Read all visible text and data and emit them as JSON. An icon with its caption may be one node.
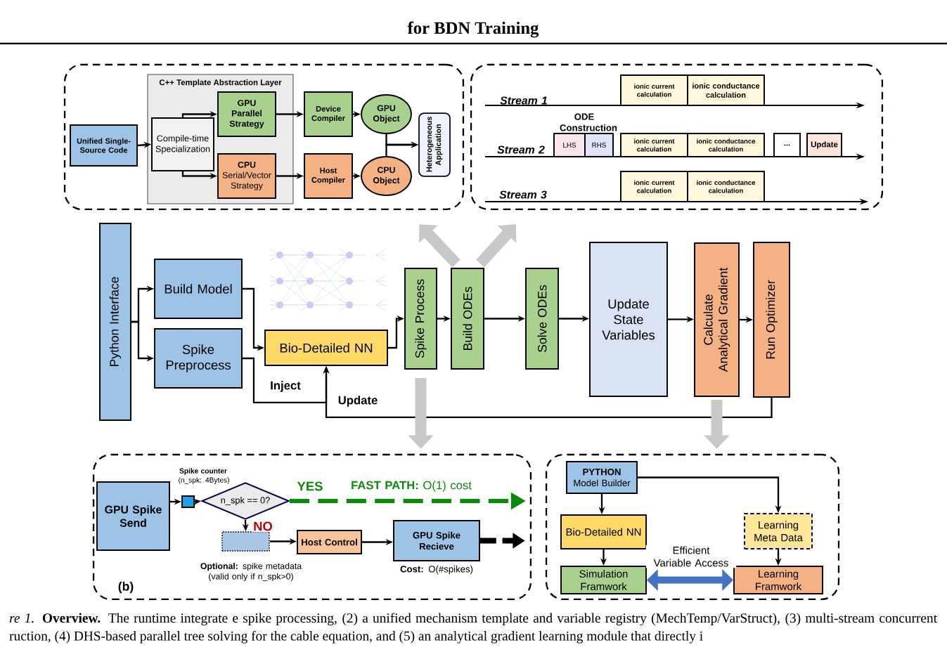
{
  "diagram": {
    "title": "for BDN Training",
    "caption": "*re 1.* **Overview.** The runtime integrate e spike processing, (2) a unified mechanism template and variable registry (MechTemp/VarStruct), (3) multi-stream concurrent ruction, (4) DHS-based parallel tree solving for the cable equation, and (5) an analytical gradient learning module that directly i",
    "nodes": [
      {
        "text": [],
        "shape": "box"
      },
      {
        "text": [
          "C++ Template Abstraction Layer"
        ],
        "in": 0
      },
      {
        "text": [
          "Unified Single-Source Code"
        ],
        "in": 0
      },
      {
        "text": [
          "Compile-time Specialization"
        ],
        "in": 1
      },
      {
        "text": [
          "GPU Parallel Strategy"
        ],
        "in": 1
      },
      {
        "text": [
          "**CPU** Serial/Vector Strategy"
        ],
        "in": 1
      },
      {
        "text": [
          "Device Compiler"
        ],
        "in": 0
      },
      {
        "text": [
          "Host Compiler"
        ],
        "in": 0
      },
      {
        "text": [
          "GPU Object"
        ],
        "in": 0
      },
      {
        "text": [
          "CPU Object"
        ],
        "in": 0
      },
      {
        "text": [
          "Heterogeneous Application"
        ],
        "in": 0
      },
      {
        "text": [],
        "shape": "box"
      },
      {
        "text": [
          "ionic current calculation"
        ],
        "in": 11
      },
      {
        "text": [
          "ionic conductance calculation"
        ],
        "in": 11
      },
      {
        "text": [
          "LHS"
        ],
        "in": 11
      },
      {
        "text": [
          "RHS"
        ],
        "in": 11
      },
      {
        "text": [
          "ionic current calculation"
        ],
        "in": 11
      },
      {
        "text": [
          "ionic conductance calculation"
        ],
        "in": 11
      },
      {
        "text": [
          "..."
        ],
        "in": 11
      },
      {
        "text": [
          "Update"
        ],
        "in": 11
      },
      {
        "text": [
          "ionic current calculation"
        ],
        "in": 11
      },
      {
        "text": [
          "ionic conductance calculation"
        ],
        "in": 11
      },
      {
        "text": [
          "Python Interface"
        ]
      },
      {
        "text": [
          "Build Model"
        ]
      },
      {
        "text": [
          "Spike Preprocess"
        ]
      },
      {
        "text": [
          "Bio-Detailed NN"
        ]
      },
      {
        "text": [
          "Spike Process"
        ]
      },
      {
        "text": [
          "Build ODEs"
        ]
      },
      {
        "text": [
          "Solve ODEs"
        ]
      },
      {
        "text": [
          "Update State Variables"
        ]
      },
      {
        "text": [
          "Calculate Analytical Gradient"
        ]
      },
      {
        "text": [
          "Run Optimizer"
        ]
      },
      {
        "text": [],
        "shape": "box"
      },
      {
        "text": [
          "GPU Spike Send"
        ],
        "in": 32
      },
      {
        "text": [],
        "shape": "box",
        "in": 32,
        "beside": [
          "Spike counter",
          "(n_spk: 4Bytes)"
        ]
      },
      {
        "text": [
          "n_spk == 0?"
        ],
        "in": 32
      },
      {
        "text": [],
        "shape": "box",
        "in": 32,
        "beside": [
          "**Optional:** spike metadata (valid only if n_spk>0)"
        ]
      },
      {
        "text": [
          "Host Control"
        ],
        "in": 32
      },
      {
        "text": [
          "GPU Spike Recieve"
        ],
        "in": 32,
        "beside": [
          "**Cost:** O(#spikes)"
        ]
      },
      {
        "text": [],
        "shape": "box"
      },
      {
        "text": [
          "**PYTHON** Model Builder"
        ],
        "in": 39
      },
      {
        "text": [
          "Bio-Detailed NN"
        ],
        "in": 39
      },
      {
        "text": [
          "Learning Meta Data"
        ],
        "in": 39
      },
      {
        "text": [
          "Simulation Framwork"
        ],
        "in": 39
      },
      {
        "text": [
          "Learning Framwork"
        ],
        "in": 39
      }
    ],
    "edges": [
      {
        "from": 2,
        "to": 3,
        "arrow": "to"
      },
      {
        "from": 3,
        "to": 4,
        "arrow": "to"
      },
      {
        "from": 3,
        "to": 5,
        "arrow": "to"
      },
      {
        "from": 4,
        "to": 6,
        "arrow": "to"
      },
      {
        "from": 5,
        "to": 7,
        "arrow": "to"
      },
      {
        "from": 6,
        "to": 8,
        "arrow": "to"
      },
      {
        "from": 7,
        "to": 9,
        "arrow": "to"
      },
      {
        "from": 8,
        "to": 10,
        "arrow": "to"
      },
      {
        "from": 9,
        "to": 10,
        "arrow": "to"
      },
      {
        "from": 22,
        "to": 23,
        "arrow": "to"
      },
      {
        "from": 22,
        "to": 24,
        "arrow": "to"
      },
      {
        "from": 23,
        "to": 25,
        "arrow": "to"
      },
      {
        "from": 24,
        "to": 25,
        "arrow": "to",
        "label": "Inject"
      },
      {
        "from": 25,
        "to": 26,
        "arrow": "to"
      },
      {
        "from": 26,
        "to": 27,
        "arrow": "to"
      },
      {
        "from": 27,
        "to": 28,
        "arrow": "to"
      },
      {
        "from": 28,
        "to": 29,
        "arrow": "to"
      },
      {
        "from": 29,
        "to": 30,
        "arrow": "to"
      },
      {
        "from": 30,
        "to": 31,
        "arrow": "to"
      },
      {
        "from": 31,
        "to": 25,
        "arrow": "to",
        "label": "Update"
      },
      {
        "from": 27,
        "to": 0,
        "arrow": "to",
        "style": "thick",
        "color": "#c8c8c8"
      },
      {
        "from": 27,
        "to": 11,
        "arrow": "to",
        "style": "thick",
        "color": "#c8c8c8"
      },
      {
        "from": 26,
        "to": 32,
        "arrow": "to",
        "style": "thick",
        "color": "#c8c8c8"
      },
      {
        "from": 30,
        "to": 39,
        "arrow": "to",
        "style": "thick",
        "color": "#c8c8c8"
      },
      {
        "from": 33,
        "to": 34,
        "arrow": "to"
      },
      {
        "from": 34,
        "to": 35,
        "arrow": "to"
      },
      {
        "from": 35,
        "to": null,
        "arrow": "to",
        "label": "YES",
        "style": "dashed",
        "color": "#0a8a0a"
      },
      {
        "from": 35,
        "to": 36,
        "arrow": "to",
        "label": "NO"
      },
      {
        "from": 36,
        "to": 37,
        "arrow": "to"
      },
      {
        "from": 37,
        "to": 38,
        "arrow": "to"
      },
      {
        "from": 38,
        "to": null,
        "arrow": "to",
        "style": "dashed"
      },
      {
        "from": 40,
        "to": 41,
        "arrow": "to"
      },
      {
        "from": 40,
        "to": 42,
        "arrow": "to"
      },
      {
        "from": 41,
        "to": 43,
        "arrow": "to"
      },
      {
        "from": 42,
        "to": 44,
        "arrow": "to"
      },
      {
        "from": 43,
        "to": 44,
        "arrow": "both",
        "label": "Efficient Variable Access",
        "style": "thick",
        "color": "#4472c4"
      }
    ],
    "labels": [
      "Stream 1",
      "ODE Construction",
      "Stream 2",
      "Stream 3",
      "**FAST PATH:** O(1) cost",
      "(b)"
    ]
  }
}
